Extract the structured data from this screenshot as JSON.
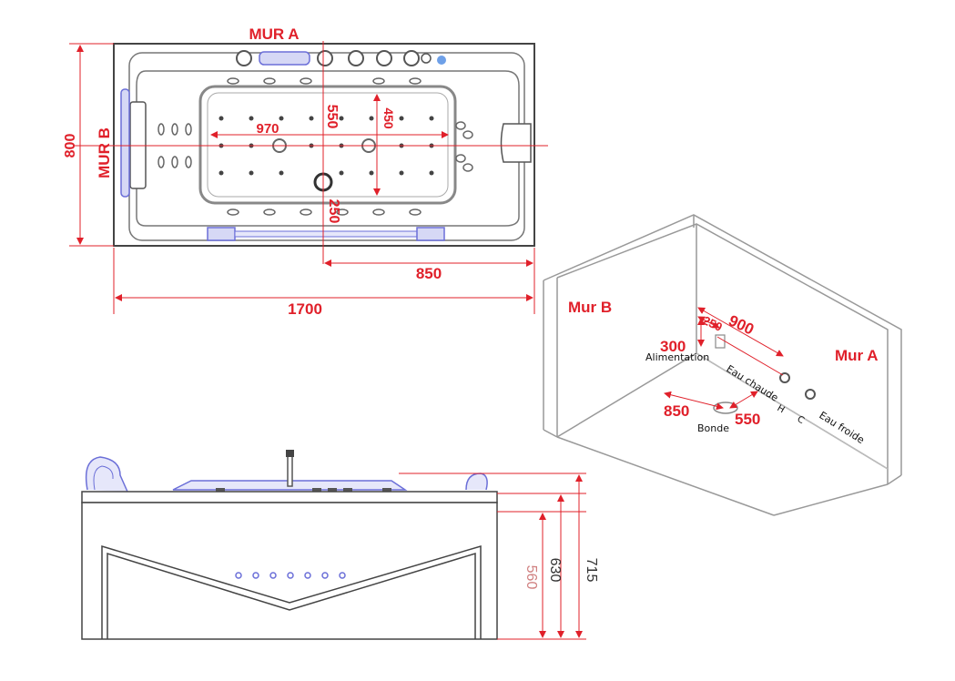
{
  "top_view": {
    "mur_a": "MUR A",
    "mur_b": "MUR B",
    "dim_width": "800",
    "dim_inner_length": "970",
    "dim_550": "550",
    "dim_450": "450",
    "dim_250": "250",
    "dim_850": "850",
    "dim_length": "1700"
  },
  "room_view": {
    "mur_b": "Mur B",
    "mur_a": "Mur A",
    "dim_900": "900",
    "dim_250": "250",
    "dim_300": "300",
    "alimentation": "Alimentation",
    "eau_chaude": "Eau chaude",
    "eau_froide": "Eau froide",
    "dim_850": "850",
    "dim_550": "550",
    "bonde": "Bonde",
    "tap_h": "H",
    "tap_c": "C"
  },
  "side_view": {
    "dim_715": "715",
    "dim_630": "630",
    "dim_560": "560"
  },
  "colors": {
    "dimension": "#e0202a",
    "outline": "#555555",
    "accent": "#6b6fd8"
  }
}
